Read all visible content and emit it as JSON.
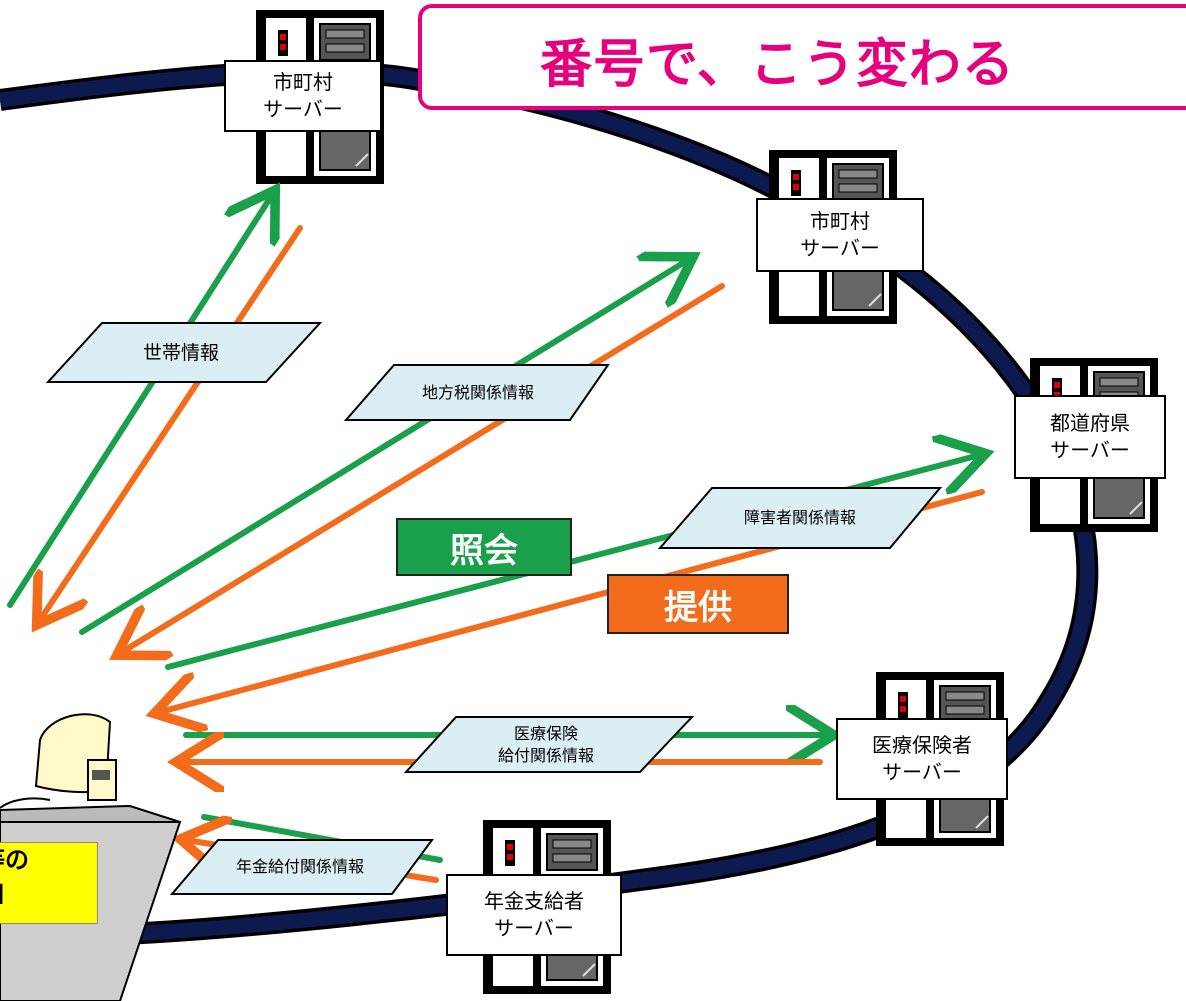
{
  "title": "番号で、こう変わる",
  "legend": {
    "inquiry": "照会",
    "provide": "提供"
  },
  "colors": {
    "inquiry": "#1aa04a",
    "provide": "#f26c1c",
    "network": "#0d1a4f",
    "title": "#e6007e",
    "desk_label_bg": "#ffff00"
  },
  "servers": [
    {
      "lines": [
        "市町村",
        "サーバー"
      ]
    },
    {
      "lines": [
        "市町村",
        "サーバー"
      ]
    },
    {
      "lines": [
        "都道府県",
        "サーバー"
      ]
    },
    {
      "lines": [
        "医療保険者",
        "サーバー"
      ]
    },
    {
      "lines": [
        "年金支給者",
        "サーバー"
      ]
    }
  ],
  "info": [
    {
      "lines": [
        "世帯情報"
      ]
    },
    {
      "lines": [
        "地方税関係情報"
      ]
    },
    {
      "lines": [
        "障害者関係情報"
      ]
    },
    {
      "lines": [
        "医療保険",
        "給付関係情報"
      ]
    },
    {
      "lines": [
        "年金給付関係情報"
      ]
    }
  ],
  "desk": {
    "lines": [
      "等の",
      "口"
    ]
  }
}
